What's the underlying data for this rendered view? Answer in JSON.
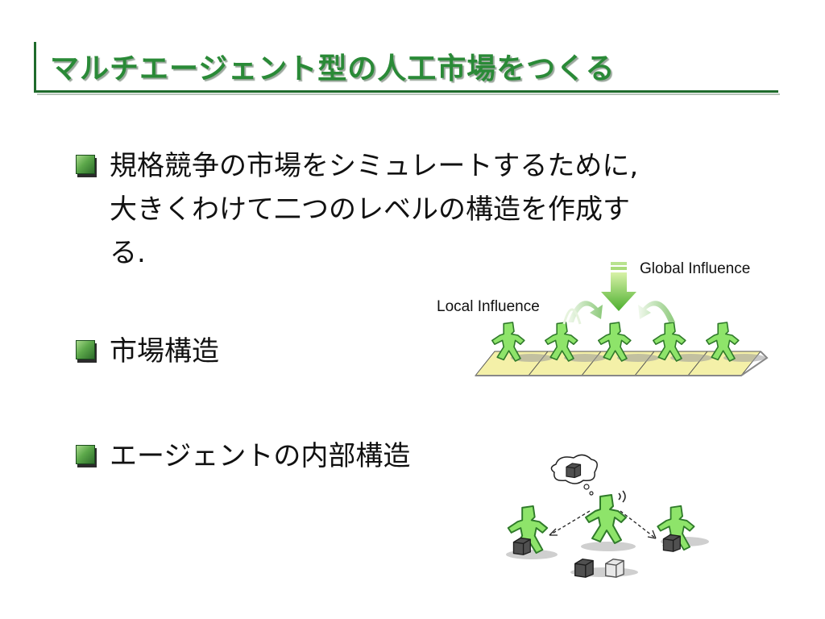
{
  "slide": {
    "title": "マルチエージェント型の人工市場をつくる",
    "bullets": [
      {
        "lines": [
          "規格競争の市場をシミュレートするために,",
          "大きくわけて二つのレベルの構造を作成す",
          "る."
        ]
      },
      {
        "lines": [
          "市場構造"
        ]
      },
      {
        "lines": [
          "エージェントの内部構造"
        ]
      }
    ]
  },
  "market_diagram": {
    "global_label": "Global Influence",
    "local_label": "Local Influence"
  },
  "colors": {
    "title_green": "#2a8a37",
    "agent_green": "#8ee46a",
    "agent_outline": "#2f7a2a",
    "tile_yellow": "#f4f0a8"
  },
  "icons": [
    "bullet-square-icon",
    "agent-figure-icon",
    "down-arrow-icon",
    "curved-arrow-icon",
    "thought-bubble-icon",
    "cube-icon"
  ]
}
